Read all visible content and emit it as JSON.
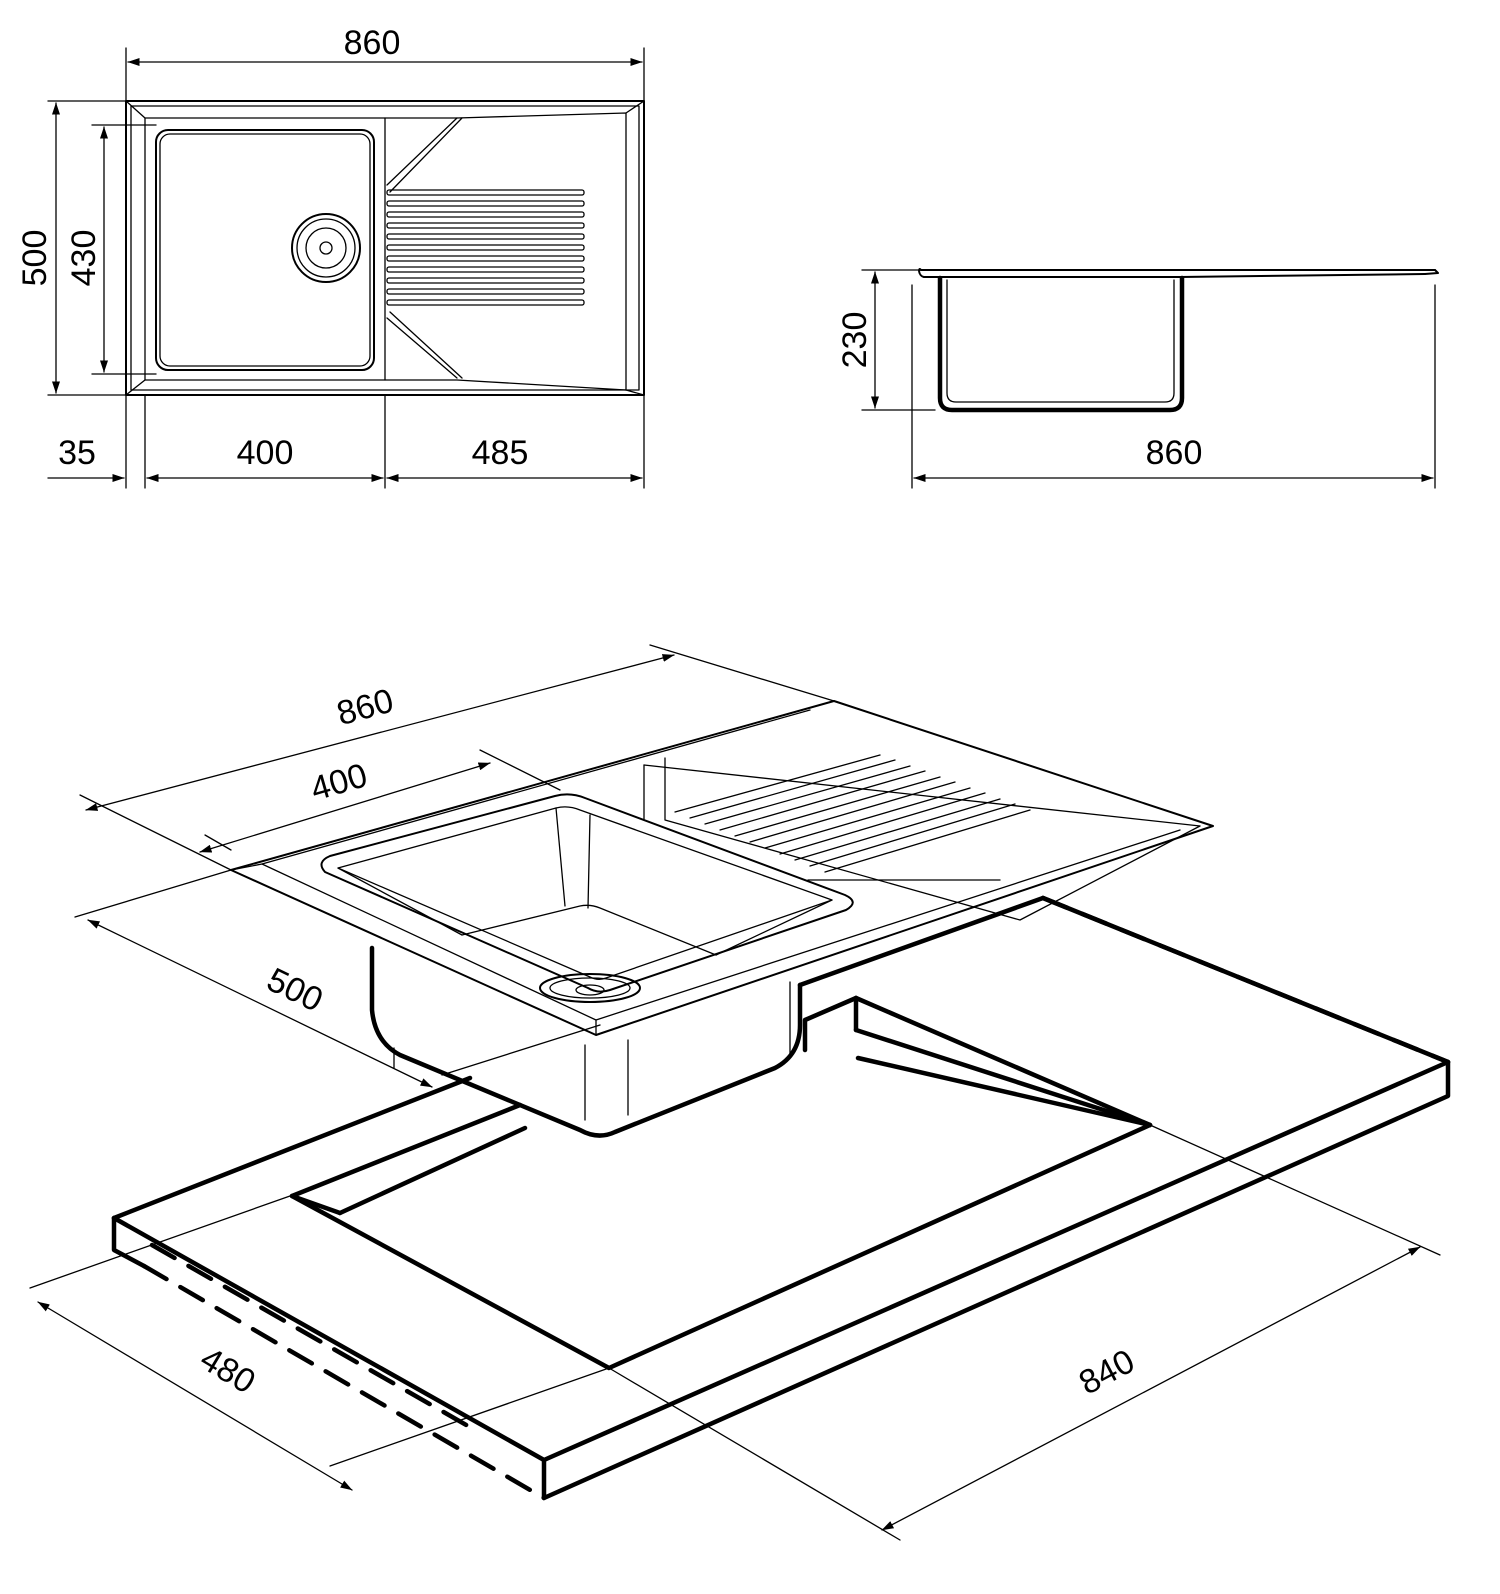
{
  "top_view": {
    "overall_width": "860",
    "overall_depth": "500",
    "bowl_depth": "430",
    "margin_left": "35",
    "bowl_width": "400",
    "drainer_width": "485"
  },
  "side_view": {
    "height": "230",
    "overall_width": "860"
  },
  "iso_view": {
    "overall_width": "860",
    "bowl_width": "400",
    "overall_depth": "500",
    "cutout_depth": "480",
    "cutout_width": "840"
  }
}
